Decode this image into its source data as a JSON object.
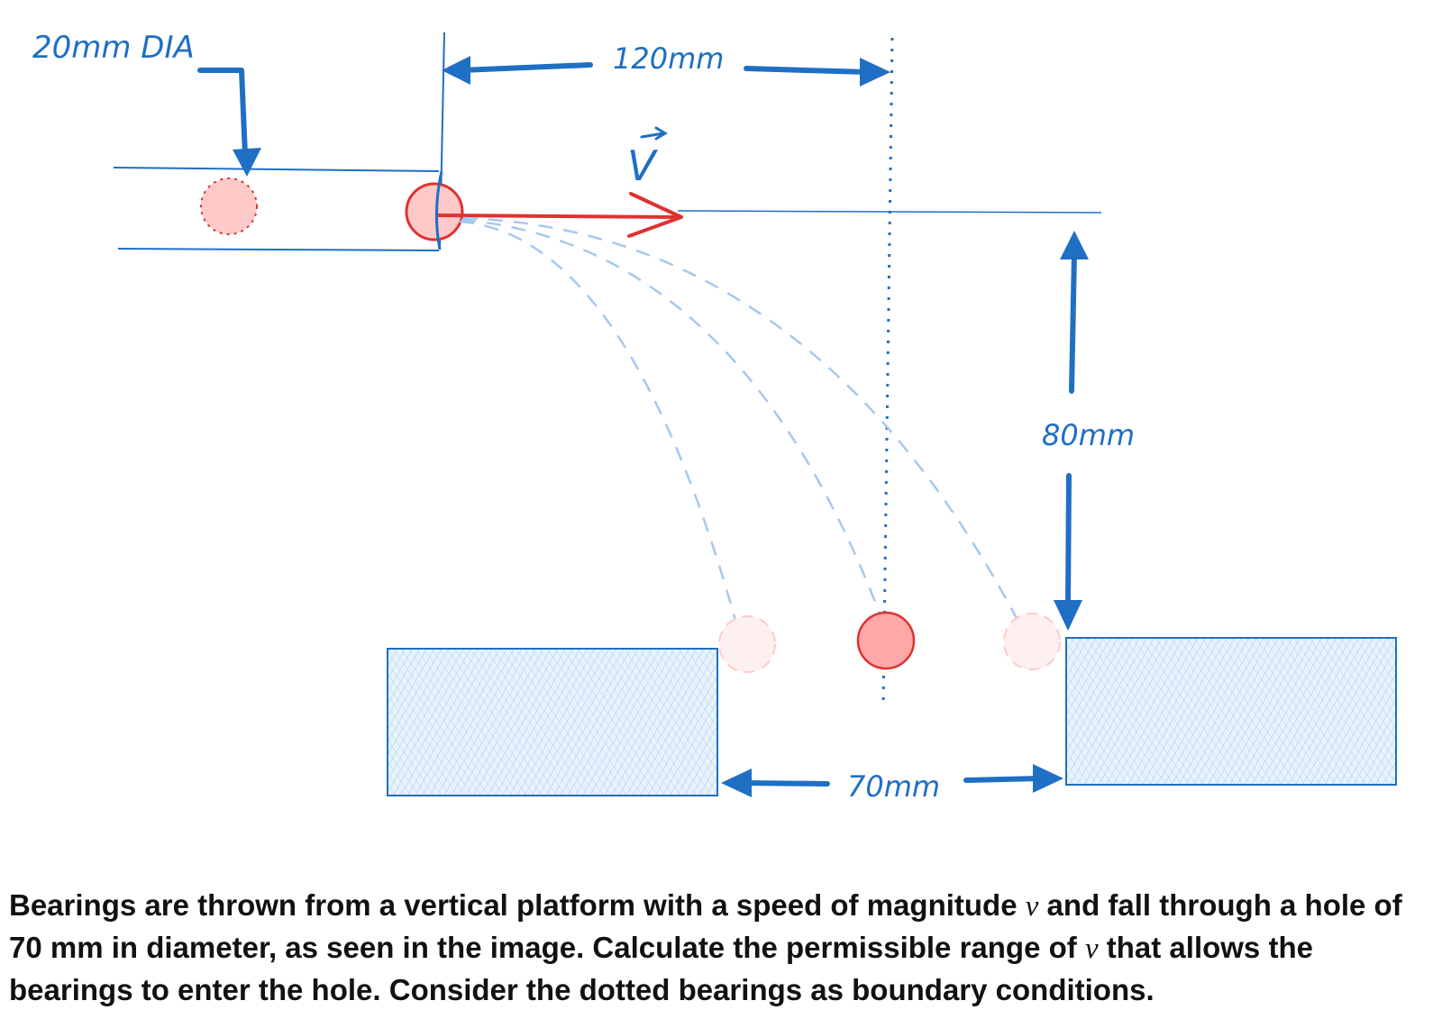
{
  "labels": {
    "dia": "20mm DIA",
    "horizontal": "120mm",
    "vertical": "80mm",
    "hole": "70mm",
    "velocity": "V"
  },
  "colors": {
    "dimension": "#1f6fc4",
    "velocity": "#e03131",
    "bearing_fill": "#ffc9c9",
    "ground_fill": "#cfe6fb",
    "trajectory": "#a5c8ef"
  },
  "caption": {
    "part1": "Bearings are thrown from a vertical platform with a speed of magnitude ",
    "var1": "v",
    "part2": " and fall through a hole of 70 mm in diameter, as seen in the image. Calculate the permissible range of ",
    "var2": "v",
    "part3": " that allows the bearings to enter the hole. Consider the dotted bearings as boundary conditions."
  }
}
